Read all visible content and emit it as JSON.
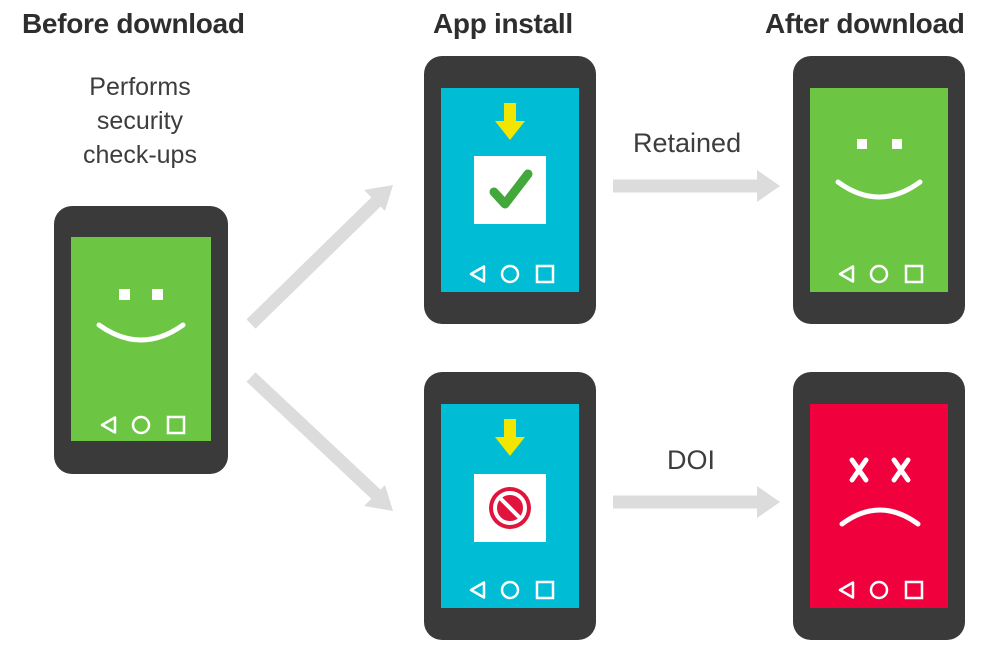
{
  "headings": {
    "before": "Before download",
    "install": "App install",
    "after": "After download"
  },
  "before_text": [
    "Performs",
    "security",
    "check-ups"
  ],
  "labels": {
    "retained": "Retained",
    "doi": "DOI"
  },
  "colors": {
    "phone_body": "#3a3a3a",
    "screen_green": "#6cc644",
    "screen_cyan": "#00bcd4",
    "screen_red": "#f0003c",
    "arrow_gray": "#dcdcdc",
    "download_yellow": "#f2e600",
    "check_green": "#43a83c",
    "block_red": "#e0143c"
  },
  "icons": [
    "back-triangle-icon",
    "home-circle-icon",
    "recents-square-icon",
    "download-arrow-icon",
    "check-icon",
    "no-entry-icon"
  ]
}
